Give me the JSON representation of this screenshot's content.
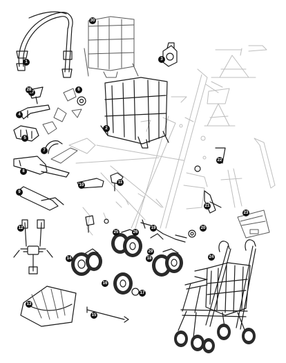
{
  "diagram": {
    "callouts": [
      {
        "id": "1",
        "label": "1"
      },
      {
        "id": "2",
        "label": "2"
      },
      {
        "id": "3",
        "label": "3"
      },
      {
        "id": "4",
        "label": "4"
      },
      {
        "id": "5",
        "label": "5"
      },
      {
        "id": "6",
        "label": "6"
      },
      {
        "id": "7",
        "label": "7"
      },
      {
        "id": "8",
        "label": "8"
      },
      {
        "id": "9",
        "label": "9"
      },
      {
        "id": "10",
        "label": "10"
      },
      {
        "id": "11",
        "label": "11"
      },
      {
        "id": "12",
        "label": "12"
      },
      {
        "id": "13",
        "label": "13"
      },
      {
        "id": "14",
        "label": "14"
      },
      {
        "id": "15",
        "label": "15"
      },
      {
        "id": "16",
        "label": "16"
      },
      {
        "id": "17",
        "label": "17"
      },
      {
        "id": "18",
        "label": "18"
      },
      {
        "id": "19",
        "label": "19"
      },
      {
        "id": "20",
        "label": "20"
      },
      {
        "id": "21",
        "label": "21"
      },
      {
        "id": "22",
        "label": "22"
      },
      {
        "id": "23",
        "label": "23"
      },
      {
        "id": "24",
        "label": "24"
      },
      {
        "id": "25",
        "label": "25"
      },
      {
        "id": "26",
        "label": "26"
      },
      {
        "id": "27",
        "label": "27"
      },
      {
        "id": "28",
        "label": "28"
      },
      {
        "id": "29",
        "label": "29"
      },
      {
        "id": "30",
        "label": "30"
      }
    ],
    "colors": {
      "line": "#1a1a1a",
      "ghost": "#bdbdbd",
      "badge": "#111111",
      "background": "#ffffff"
    }
  }
}
